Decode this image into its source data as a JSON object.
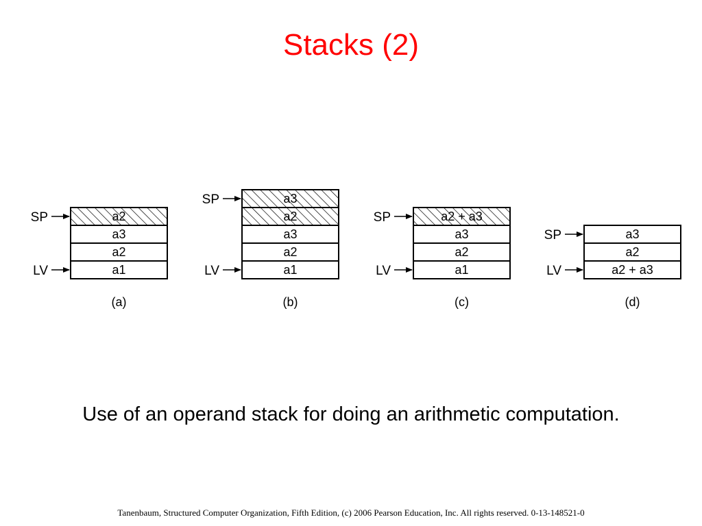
{
  "title": "Stacks (2)",
  "caption": "Use of an operand stack for doing an arithmetic computation.",
  "footer": "Tanenbaum, Structured Computer Organization, Fifth Edition, (c) 2006 Pearson Education, Inc. All rights reserved. 0-13-148521-0",
  "diagram": {
    "stacks": [
      {
        "label": "(a)",
        "cells": [
          {
            "text": "a1",
            "hatched": false
          },
          {
            "text": "a2",
            "hatched": false
          },
          {
            "text": "a3",
            "hatched": false
          },
          {
            "text": "a2",
            "hatched": true
          }
        ],
        "pointers": [
          {
            "name": "LV",
            "cell": 0
          },
          {
            "name": "SP",
            "cell": 3
          }
        ]
      },
      {
        "label": "(b)",
        "cells": [
          {
            "text": "a1",
            "hatched": false
          },
          {
            "text": "a2",
            "hatched": false
          },
          {
            "text": "a3",
            "hatched": false
          },
          {
            "text": "a2",
            "hatched": true
          },
          {
            "text": "a3",
            "hatched": true
          }
        ],
        "pointers": [
          {
            "name": "LV",
            "cell": 0
          },
          {
            "name": "SP",
            "cell": 4
          }
        ]
      },
      {
        "label": "(c)",
        "cells": [
          {
            "text": "a1",
            "hatched": false
          },
          {
            "text": "a2",
            "hatched": false
          },
          {
            "text": "a3",
            "hatched": false
          },
          {
            "text": "a2 + a3",
            "hatched": true
          }
        ],
        "pointers": [
          {
            "name": "LV",
            "cell": 0
          },
          {
            "name": "SP",
            "cell": 3
          }
        ]
      },
      {
        "label": "(d)",
        "cells": [
          {
            "text": "a2 + a3",
            "hatched": false
          },
          {
            "text": "a2",
            "hatched": false
          },
          {
            "text": "a3",
            "hatched": false
          }
        ],
        "pointers": [
          {
            "name": "LV",
            "cell": 0
          },
          {
            "name": "SP",
            "cell": 2
          }
        ]
      }
    ]
  }
}
